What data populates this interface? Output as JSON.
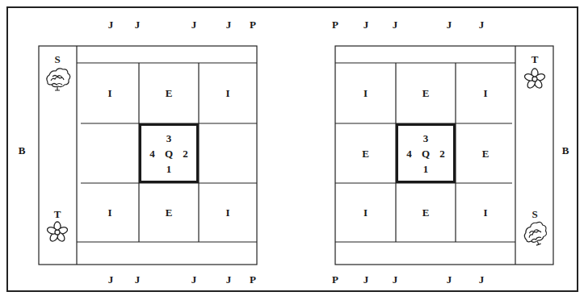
{
  "diagram": {
    "nodes": [
      {
        "text": [
          "I"
        ]
      },
      {
        "text": [
          "E"
        ]
      },
      {
        "text": [
          "I"
        ]
      },
      {
        "text": [
          "3",
          "4",
          "Q",
          "2",
          "1"
        ]
      },
      {
        "text": [
          "I"
        ]
      },
      {
        "text": [
          "E"
        ]
      },
      {
        "text": [
          "I"
        ]
      },
      {
        "text": [
          "I"
        ]
      },
      {
        "text": [
          "E"
        ]
      },
      {
        "text": [
          "I"
        ]
      },
      {
        "text": [
          "E"
        ]
      },
      {
        "text": [
          "3",
          "4",
          "Q",
          "2",
          "1"
        ]
      },
      {
        "text": [
          "E"
        ]
      },
      {
        "text": [
          "I"
        ]
      },
      {
        "text": [
          "E"
        ]
      },
      {
        "text": [
          "I"
        ]
      }
    ],
    "labels": [
      "J",
      "J",
      "J",
      "J",
      "P",
      "P",
      "J",
      "J",
      "J",
      "J",
      "S",
      "T",
      "B",
      "B",
      "T",
      "S",
      "J",
      "J",
      "J",
      "J",
      "P",
      "P",
      "J",
      "J",
      "J",
      "J"
    ]
  }
}
